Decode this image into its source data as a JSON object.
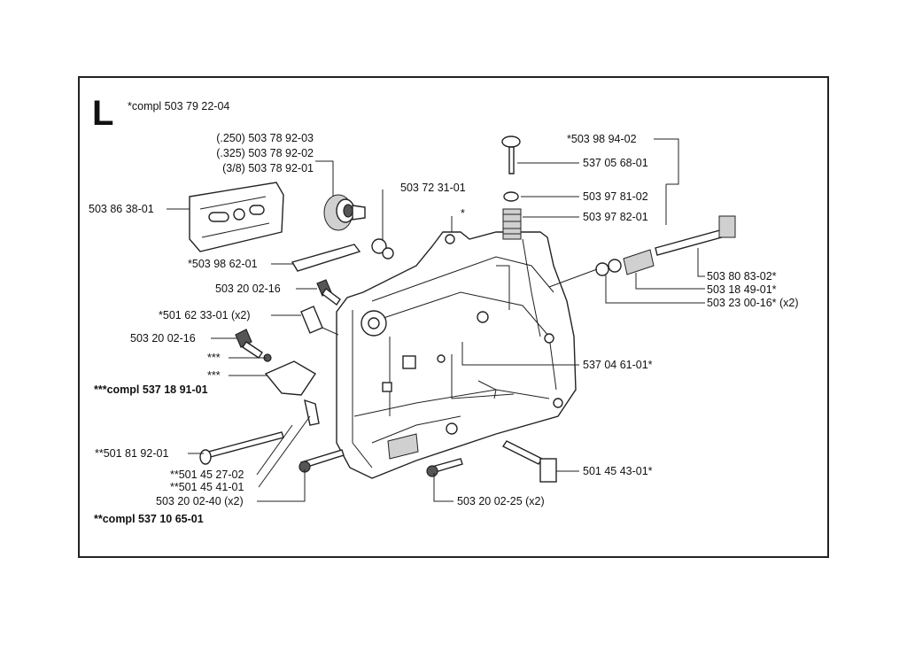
{
  "section_letter": "L",
  "labels": {
    "compl_main": "*compl 503 79 22-04",
    "p250": "(.250) 503 78 92-03",
    "p325": "(.325) 503 78 92-02",
    "p38": "(3/8) 503 78 92-01",
    "p503863801": "503 86 38-01",
    "p503723101": "503 72 31-01",
    "p_star": "*",
    "p503986201": "*503 98 62-01",
    "p503200216a": "503 20 02-16",
    "p501623301": "*501 62 33-01 (x2)",
    "p503200216b": "503 20 02-16",
    "p_3star_a": "***",
    "p_3star_b": "***",
    "compl_537189101": "***compl 537 18 91-01",
    "p501819201": "**501 81 92-01",
    "p501452702": "**501 45 27-02",
    "p501454101": "**501 45 41-01",
    "p503200240": "503 20 02-40 (x2)",
    "compl_537106501": "**compl 537 10 65-01",
    "p503989402": "*503 98 94-02",
    "p537056801": "537 05 68-01",
    "p503978102": "503 97 81-02",
    "p503978201": "503 97 82-01",
    "p503808302": "503 80 83-02*",
    "p503184901": "503 18 49-01*",
    "p503230016": "503 23 00-16* (x2)",
    "p537046101": "537 04 61-01*",
    "p501454301": "501 45 43-01*",
    "p503200225": "503 20 02-25 (x2)"
  }
}
